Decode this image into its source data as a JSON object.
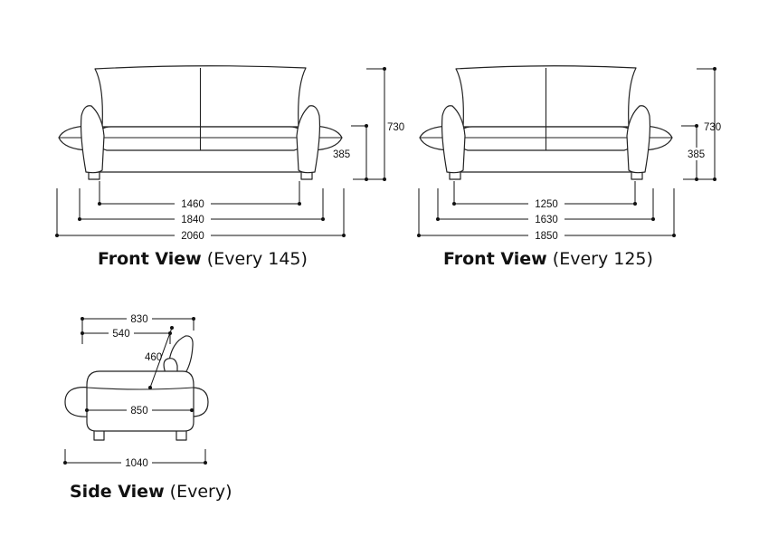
{
  "views": [
    {
      "title": "Front View",
      "note": "(Every 145)",
      "dims": {
        "inner": "1460",
        "middle": "1840",
        "overall": "2060",
        "height": "730",
        "seat_height": "385"
      }
    },
    {
      "title": "Front View",
      "note": "(Every 125)",
      "dims": {
        "inner": "1250",
        "middle": "1630",
        "overall": "1850",
        "height": "730",
        "seat_height": "385"
      }
    },
    {
      "title": "Side View",
      "note": "(Every)",
      "dims": {
        "depth": "830",
        "seat_depth": "540",
        "back_height": "460",
        "body_depth": "850",
        "overall": "1040"
      }
    }
  ]
}
